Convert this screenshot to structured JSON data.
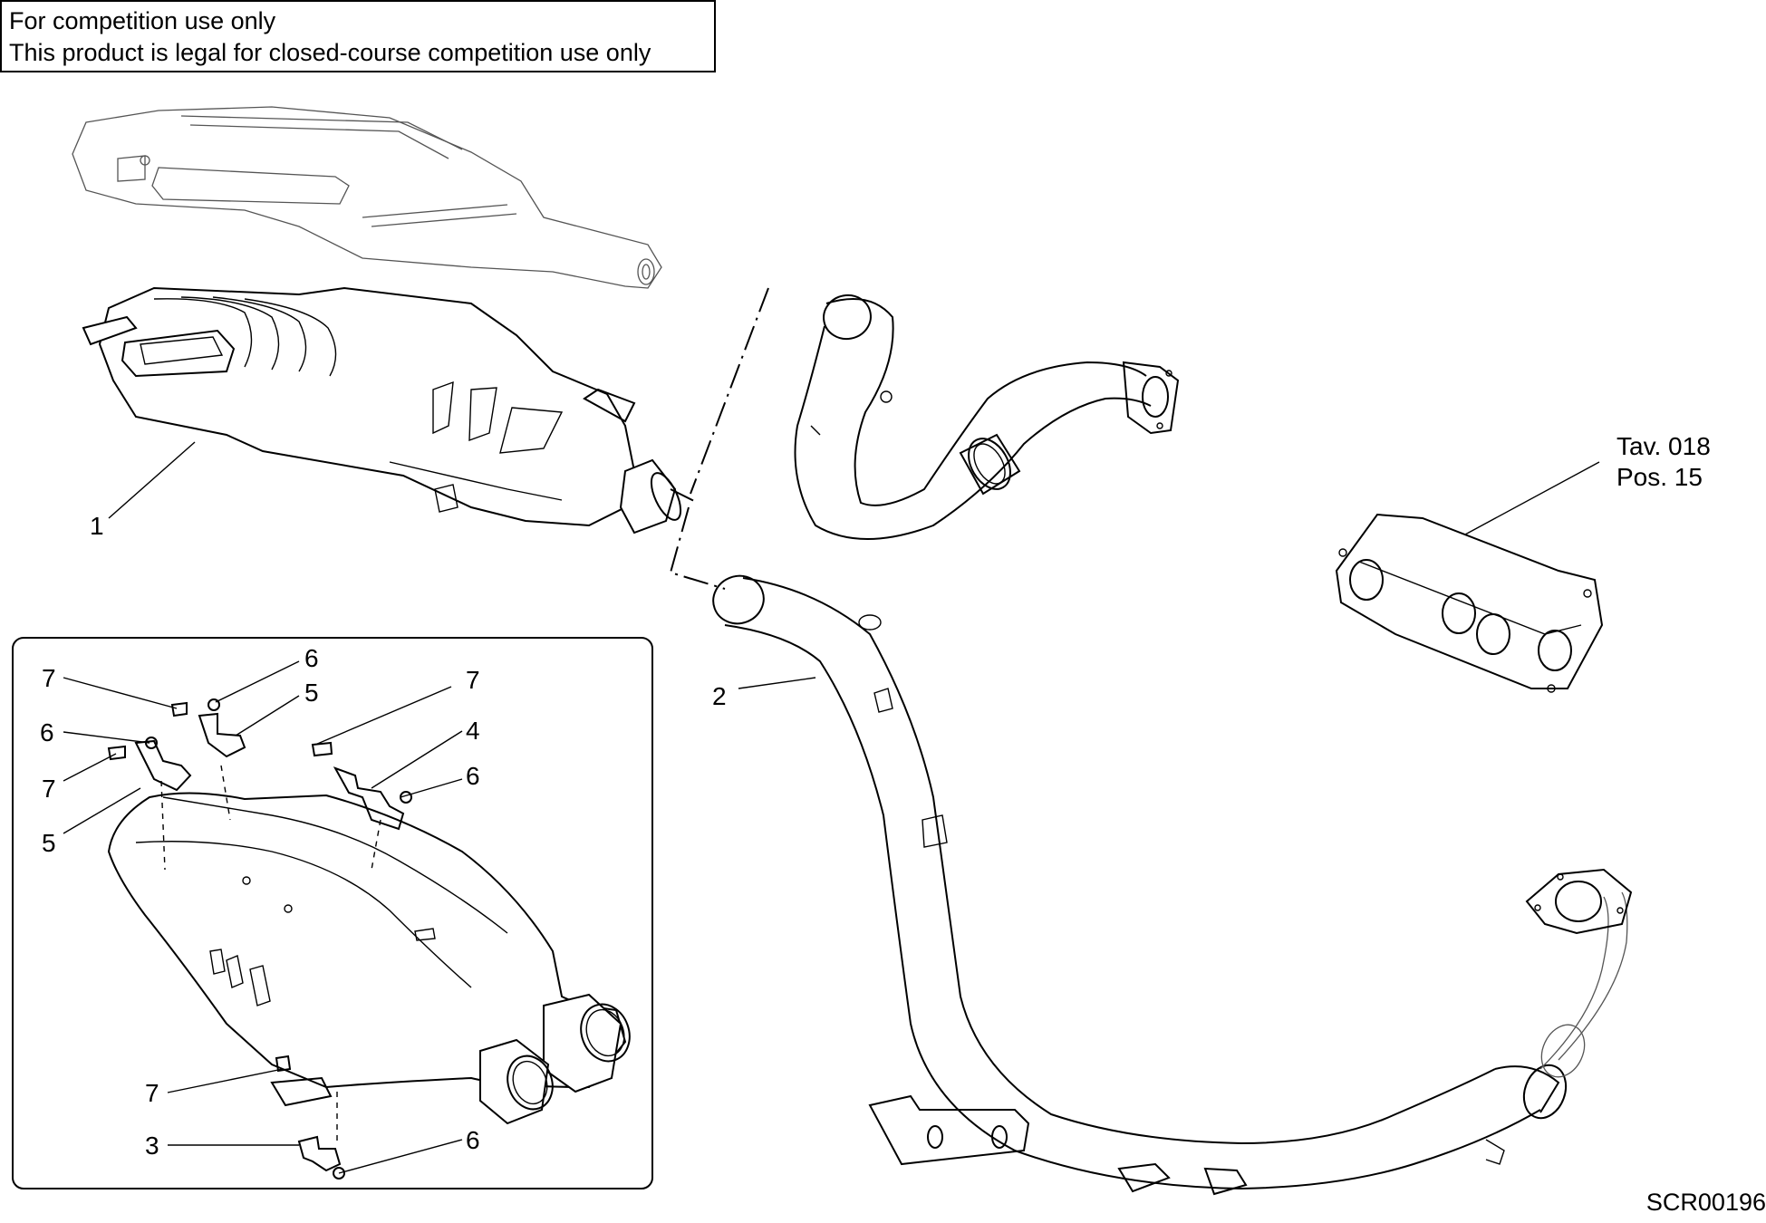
{
  "notice": {
    "line1": "For competition use only",
    "line2": "This product is legal for closed-course competition use only"
  },
  "labels": {
    "p1": "1",
    "p2": "2",
    "p3": "3",
    "p4": "4",
    "p5a": "5",
    "p5b": "5",
    "p6a": "6",
    "p6b": "6",
    "p6c": "6",
    "p6d": "6",
    "p7a": "7",
    "p7b": "7",
    "p7c": "7",
    "p7d": "7"
  },
  "reference": {
    "line1": "Tav. 018",
    "line2": "Pos. 15"
  },
  "drawing_code": "SCR00196"
}
